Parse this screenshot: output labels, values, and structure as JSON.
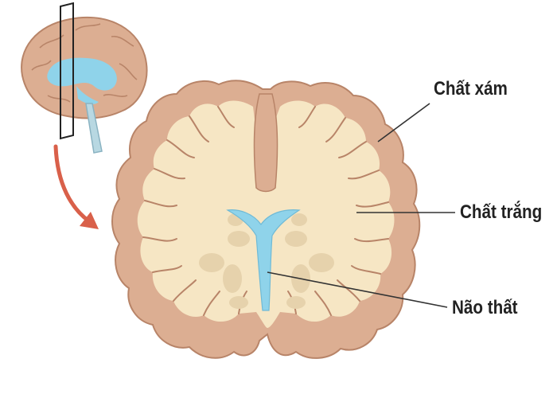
{
  "labels": {
    "grey_matter": "Chất xám",
    "white_matter": "Chất trắng",
    "ventricle": "Não thất"
  },
  "colors": {
    "grey_matter": "#dcae92",
    "grey_matter_outline": "#b88468",
    "white_matter": "#f6e6c4",
    "deep_nuclei": "#e6d2ac",
    "ventricle": "#8fd3ea",
    "arrow": "#d9604a",
    "leader_line": "#333333",
    "cutting_plane": "#222222"
  },
  "icons": {
    "orientation": "brain-sagittal-icon",
    "pointer": "curved-arrow-icon"
  }
}
